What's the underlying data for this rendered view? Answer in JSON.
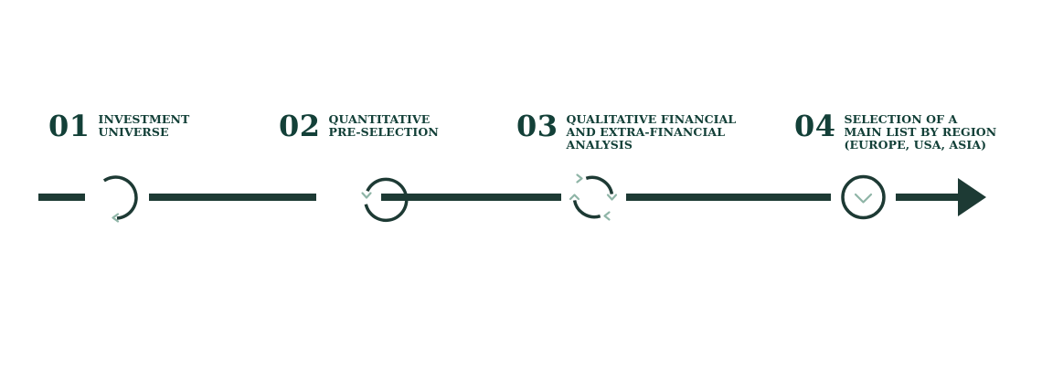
{
  "colors": {
    "primary": "#1d3a34",
    "text": "#134038",
    "accent": "#8fb5a7"
  },
  "steps": [
    {
      "number": "01",
      "title": "INVESTMENT\nUNIVERSE",
      "icon": "circular-arrow-icon"
    },
    {
      "number": "02",
      "title": "QUANTITATIVE\nPRE-SELECTION",
      "icon": "circular-arrow-icon"
    },
    {
      "number": "03",
      "title": "QUALITATIVE FINANCIAL\nAND EXTRA-FINANCIAL\nANALYSIS",
      "icon": "cycle-arrows-icon"
    },
    {
      "number": "04",
      "title": "SELECTION OF A\nMAIN LIST BY REGION\n(EUROPE, USA, ASIA)",
      "icon": "chevron-down-circle-icon"
    }
  ]
}
